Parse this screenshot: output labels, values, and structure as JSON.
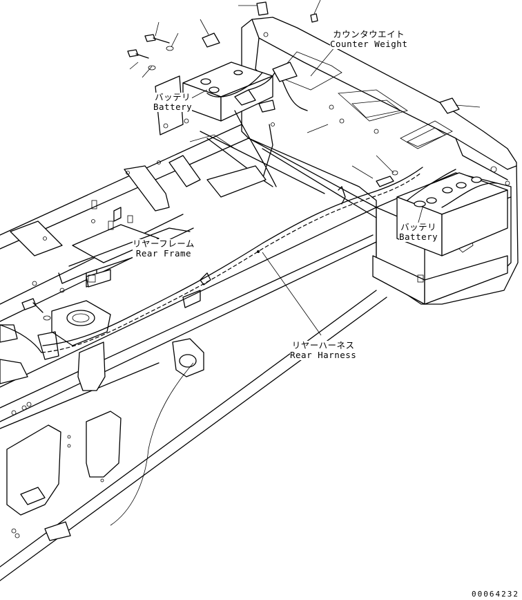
{
  "labels": {
    "counterweight": {
      "jp": "カウンタウエイト",
      "en": "Counter Weight"
    },
    "battery_left": {
      "jp": "バッテリ",
      "en": "Battery"
    },
    "battery_right": {
      "jp": "バッテリ",
      "en": "Battery"
    },
    "rear_frame": {
      "jp": "リヤーフレーム",
      "en": "Rear Frame"
    },
    "rear_harness": {
      "jp": "リヤーハーネス",
      "en": "Rear Harness"
    }
  },
  "drawing_id": "00064232"
}
